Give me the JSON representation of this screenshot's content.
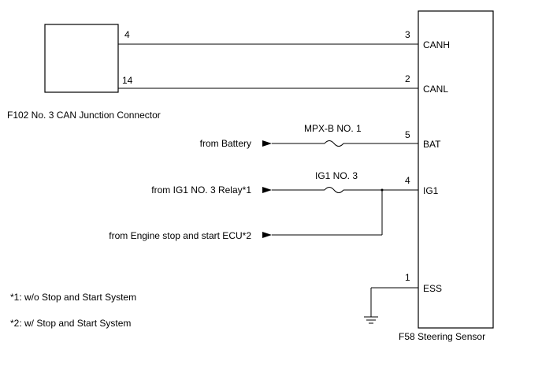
{
  "connectors": {
    "junction": {
      "name": "F102  No. 3 CAN Junction Connector"
    },
    "sensor": {
      "name": "F58  Steering Sensor"
    }
  },
  "wires": {
    "canh": {
      "from_pin": "4",
      "to_pin": "3",
      "signal": "CANH"
    },
    "canl": {
      "from_pin": "14",
      "to_pin": "2",
      "signal": "CANL"
    },
    "bat": {
      "source": "from Battery",
      "fuse": "MPX-B NO. 1",
      "to_pin": "5",
      "signal": "BAT"
    },
    "ig1": {
      "source": "from IG1 NO. 3 Relay*1",
      "fuse": "IG1 NO. 3",
      "to_pin": "4",
      "signal": "IG1"
    },
    "ess_ecu": {
      "source": "from Engine stop and start ECU*2"
    },
    "ess": {
      "to_pin": "1",
      "signal": "ESS"
    }
  },
  "notes": [
    "*1: w/o Stop and Start System",
    "*2: w/ Stop and Start System"
  ],
  "icons": [
    "arrow-right-icon",
    "fuse-icon",
    "ground-icon"
  ]
}
